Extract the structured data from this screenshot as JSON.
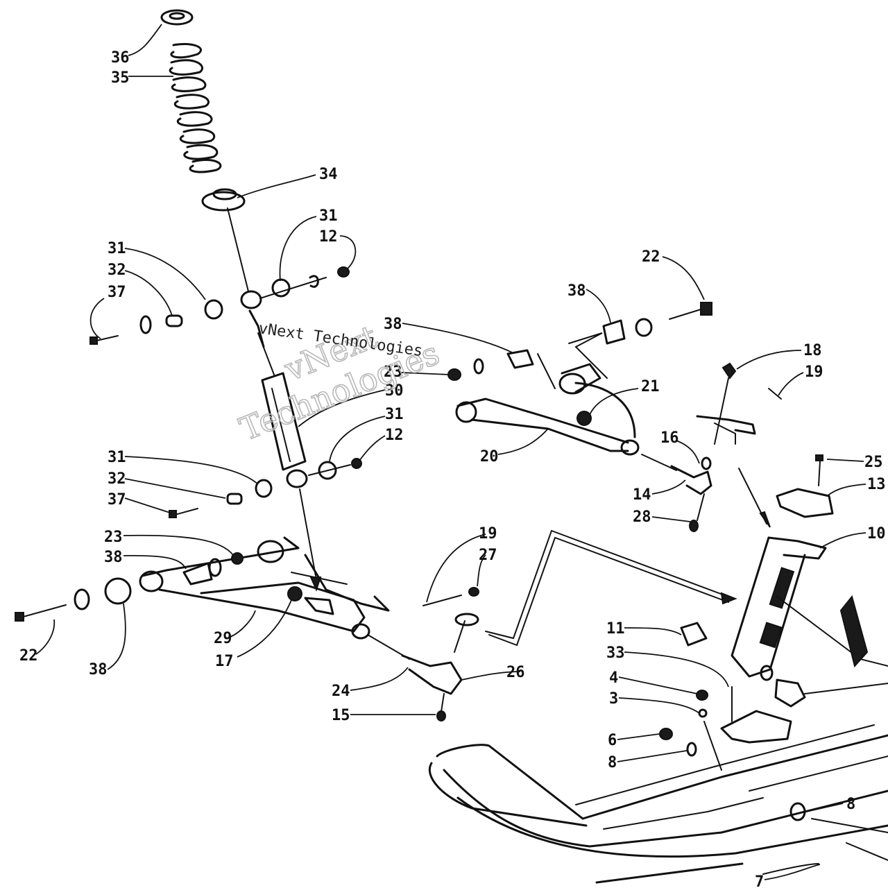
{
  "watermark": {
    "line1": "vNext",
    "line2": "Technologies",
    "line3": "vNext Technologies"
  },
  "callouts": [
    {
      "id": "c36",
      "n": "36"
    },
    {
      "id": "c35",
      "n": "35"
    },
    {
      "id": "c34",
      "n": "34"
    },
    {
      "id": "c31a",
      "n": "31"
    },
    {
      "id": "c32a",
      "n": "32"
    },
    {
      "id": "c37a",
      "n": "37"
    },
    {
      "id": "c31b",
      "n": "31"
    },
    {
      "id": "c12a",
      "n": "12"
    },
    {
      "id": "c30",
      "n": "30"
    },
    {
      "id": "c31c",
      "n": "31"
    },
    {
      "id": "c12b",
      "n": "12"
    },
    {
      "id": "c31d",
      "n": "31"
    },
    {
      "id": "c32b",
      "n": "32"
    },
    {
      "id": "c37b",
      "n": "37"
    },
    {
      "id": "c23a",
      "n": "23"
    },
    {
      "id": "c38a",
      "n": "38"
    },
    {
      "id": "c22a",
      "n": "22"
    },
    {
      "id": "c38b",
      "n": "38"
    },
    {
      "id": "c29",
      "n": "29"
    },
    {
      "id": "c17",
      "n": "17"
    },
    {
      "id": "c38c",
      "n": "38"
    },
    {
      "id": "c22b",
      "n": "22"
    },
    {
      "id": "c38d",
      "n": "38"
    },
    {
      "id": "c23b",
      "n": "23"
    },
    {
      "id": "c21",
      "n": "21"
    },
    {
      "id": "c20",
      "n": "20"
    },
    {
      "id": "c16",
      "n": "16"
    },
    {
      "id": "c14",
      "n": "14"
    },
    {
      "id": "c28",
      "n": "28"
    },
    {
      "id": "c18",
      "n": "18"
    },
    {
      "id": "c19a",
      "n": "19"
    },
    {
      "id": "c25",
      "n": "25"
    },
    {
      "id": "c13",
      "n": "13"
    },
    {
      "id": "c10",
      "n": "10"
    },
    {
      "id": "c19b",
      "n": "19"
    },
    {
      "id": "c27",
      "n": "27"
    },
    {
      "id": "c26",
      "n": "26"
    },
    {
      "id": "c24",
      "n": "24"
    },
    {
      "id": "c15",
      "n": "15"
    },
    {
      "id": "c11",
      "n": "11"
    },
    {
      "id": "c33",
      "n": "33"
    },
    {
      "id": "c4",
      "n": "4"
    },
    {
      "id": "c3",
      "n": "3"
    },
    {
      "id": "c6",
      "n": "6"
    },
    {
      "id": "c8a",
      "n": "8"
    },
    {
      "id": "c8b",
      "n": "8"
    },
    {
      "id": "c7",
      "n": "7"
    }
  ]
}
